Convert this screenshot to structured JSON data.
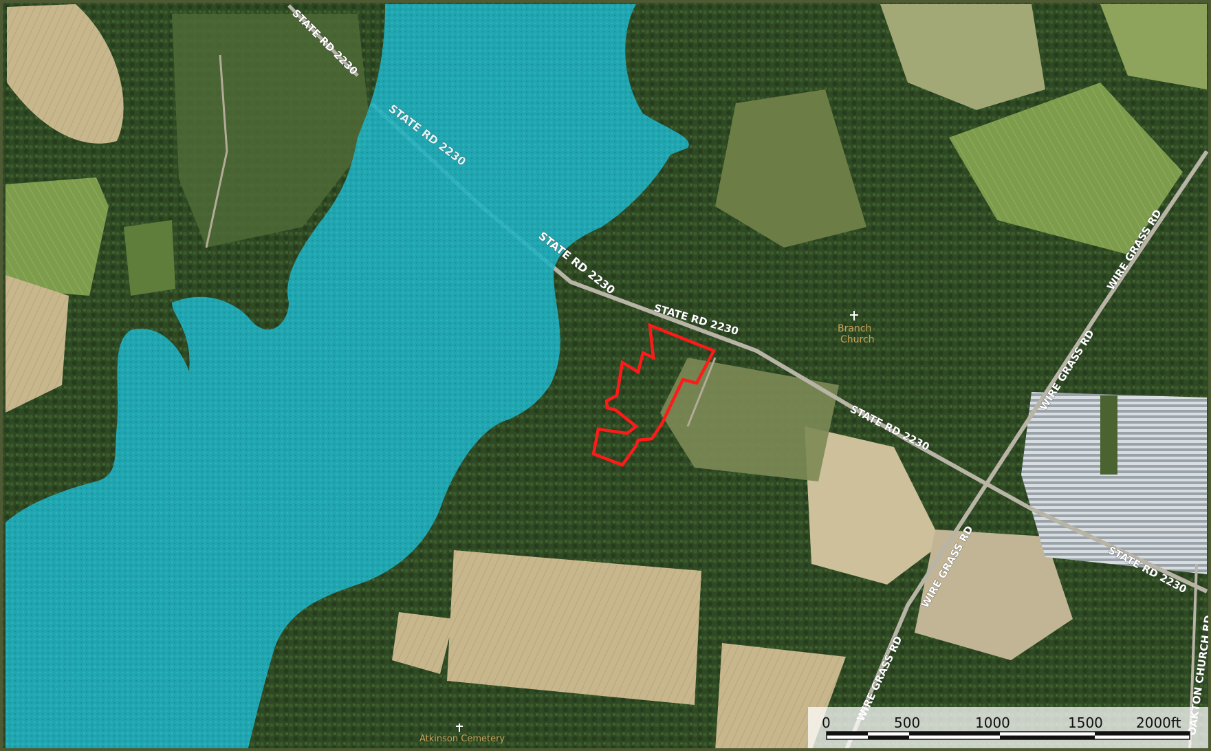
{
  "map": {
    "colors": {
      "forest": "#2f4a24",
      "forest_light": "#4d6432",
      "field": "#c9b88e",
      "grass": "#7c9a4a",
      "flood_zone": "#1fb3c4",
      "parcel_outline": "#ff1a1a",
      "road": "#b8b4a6",
      "scale_bg": "#ffffff"
    },
    "road_labels": [
      {
        "id": "sr2230-a",
        "text": "STATE RD 2230"
      },
      {
        "id": "sr2230-b",
        "text": "STATE RD 2230"
      },
      {
        "id": "sr2230-c",
        "text": "STATE RD 2230"
      },
      {
        "id": "sr2230-d",
        "text": "STATE RD 2230"
      },
      {
        "id": "sr2230-e",
        "text": "STATE RD 2230"
      },
      {
        "id": "sr2230-f",
        "text": "STATE RD 2230"
      },
      {
        "id": "wg-a",
        "text": "WIRE GRASS RD"
      },
      {
        "id": "wg-b",
        "text": "WIRE GRASS RD"
      },
      {
        "id": "wg-c",
        "text": "WIRE GRASS RD"
      },
      {
        "id": "wg-d",
        "text": "WIRE GRASS RD"
      },
      {
        "id": "oakton",
        "text": "OAKTON CHURCH RD"
      }
    ],
    "poi_labels": [
      {
        "id": "church-l1",
        "text": "Branch"
      },
      {
        "id": "church-l2",
        "text": "Church"
      },
      {
        "id": "cemetery",
        "text": "Atkinson Cemetery"
      }
    ],
    "scale_bar": {
      "ticks": [
        "0",
        "500",
        "1000",
        "1500",
        "2000ft"
      ]
    }
  }
}
